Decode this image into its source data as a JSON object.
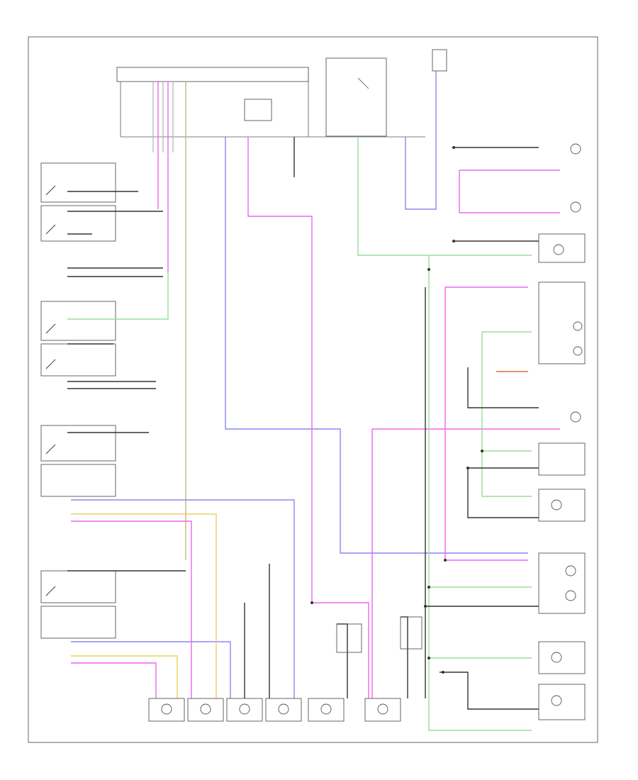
{
  "diagram": {
    "footer_left": "",
    "footer_right": "",
    "colors": {
      "pink": "#ee66ee",
      "violet": "#8888ee",
      "green": "#99dd99",
      "yellow": "#e8d060",
      "tan": "#c8b878",
      "black": "#333333",
      "gray": "#777777",
      "orange": "#e07030"
    },
    "lamps": [
      {
        "id": "left-front-lamp",
        "label": ""
      },
      {
        "id": "right-front-lamp",
        "label": ""
      },
      {
        "id": "left-reading-lamp",
        "label": ""
      },
      {
        "id": "right-reading-lamp",
        "label": ""
      },
      {
        "id": "left-rear-lamp",
        "label": ""
      },
      {
        "id": "right-rear-lamp",
        "label": ""
      }
    ],
    "right_components": [
      {
        "id": "right-lamp-1",
        "label": ""
      },
      {
        "id": "right-lamp-2",
        "label": ""
      },
      {
        "id": "right-lamp-3",
        "label": ""
      },
      {
        "id": "right-lamp-4",
        "label": ""
      },
      {
        "id": "right-lamp-5",
        "label": ""
      },
      {
        "id": "right-lamp-6",
        "label": ""
      },
      {
        "id": "right-lamp-7",
        "label": ""
      },
      {
        "id": "right-lamp-8",
        "label": ""
      }
    ]
  }
}
